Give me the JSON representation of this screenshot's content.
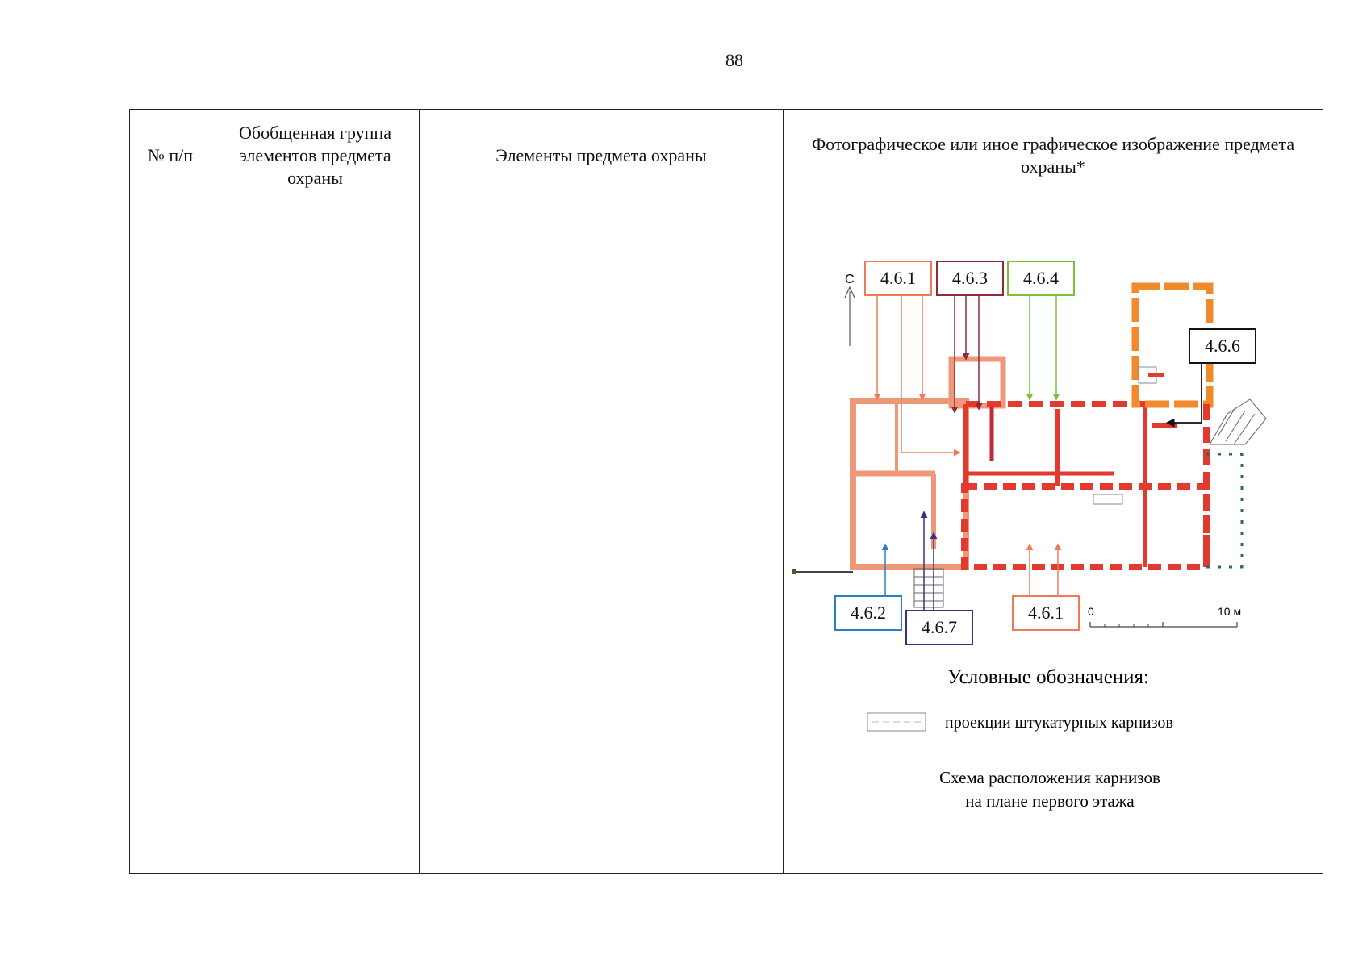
{
  "page_number": "88",
  "table": {
    "headers": {
      "number": "№ п/п",
      "group": "Обобщенная группа элементов предмета охраны",
      "elements": "Элементы предмета охраны",
      "image": "Фотографическое или иное графическое изображение предмета охраны*"
    }
  },
  "figure": {
    "north_letter": "С",
    "callouts": {
      "c461_top": "4.6.1",
      "c463": "4.6.3",
      "c464": "4.6.4",
      "c466": "4.6.6",
      "c462": "4.6.2",
      "c467": "4.6.7",
      "c461_bottom": "4.6.1"
    },
    "scale": {
      "start": "0",
      "end": "10 м"
    },
    "legend_title": "Условные обозначения:",
    "legend_item": "проекции штукатурных карнизов",
    "caption_line1": "Схема расположения карнизов",
    "caption_line2": "на плане первого этажа",
    "colors": {
      "c461": "#f07a55",
      "c463": "#8e2a3a",
      "c464": "#7cbf3f",
      "c466": "#111111",
      "c462": "#2a7fc1",
      "c467": "#3e2f86",
      "wall_red": "#e23a2e",
      "wall_salmon": "#ef9878",
      "wall_orange": "#f08a2c"
    }
  }
}
